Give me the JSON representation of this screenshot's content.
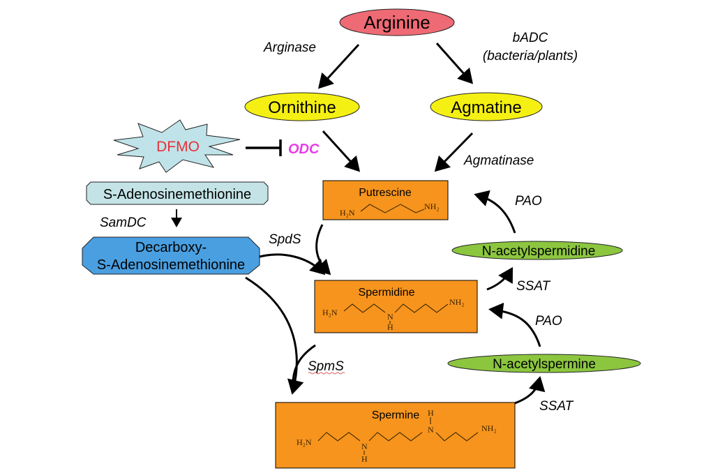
{
  "title": "Polyamine biosynthesis and catabolism pathway",
  "nodes": {
    "arginine": "Arginine",
    "ornithine": "Ornithine",
    "agmatine": "Agmatine",
    "dfmo": "DFMO",
    "sam": "S-Adenosinemethionine",
    "dcsam_line1": "Decarboxy-",
    "dcsam_line2": "S-Adenosinemethionine",
    "putrescine": "Putrescine",
    "spermidine": "Spermidine",
    "spermine": "Spermine",
    "n_acetylspermidine": "N-acetylspermidine",
    "n_acetylspermine": "N-acetylspermine"
  },
  "enzymes": {
    "arginase": "Arginase",
    "badc_line1": "bADC",
    "badc_line2": "(bacteria/plants)",
    "odc": "ODC",
    "agmatinase": "Agmatinase",
    "samdc": "SamDC",
    "spds": "SpdS",
    "spms": "SpmS",
    "pao_top": "PAO",
    "ssat_top": "SSAT",
    "pao_bottom": "PAO",
    "ssat_bottom": "SSAT"
  },
  "structures": {
    "h2n": "H₂N",
    "nh2": "NH₂",
    "n": "N",
    "h": "H"
  },
  "colors": {
    "arginine": "#ee6a74",
    "intermediate_yellow": "#f5f013",
    "dfmo_fill": "#bfe3e8",
    "dfmo_text": "#e8303a",
    "odc_text": "#e83ee8",
    "sam_fill": "#c4e3e6",
    "dcsam_fill": "#4a9fe0",
    "polyamine_box": "#f7941d",
    "acetyl_green": "#8cc63f"
  }
}
